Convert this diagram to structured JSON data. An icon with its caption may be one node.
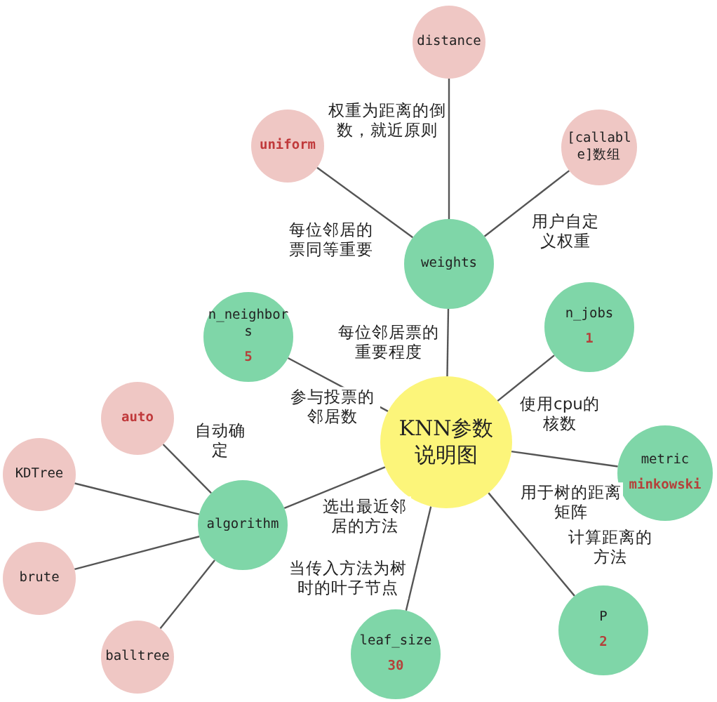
{
  "diagram": {
    "nodes": [
      {
        "text": [
          "distance"
        ]
      },
      {
        "text": [
          "uniform"
        ]
      },
      {
        "text": [
          "[callable]数组"
        ]
      },
      {
        "text": [
          "weights"
        ]
      },
      {
        "text": [
          "n_neighbors",
          "5"
        ]
      },
      {
        "text": [
          "n_jobs",
          "1"
        ]
      },
      {
        "text": [
          "auto"
        ]
      },
      {
        "text": [
          "KDTree"
        ]
      },
      {
        "text": [
          "KNN参数说明图"
        ]
      },
      {
        "text": [
          "metric",
          "minkowski"
        ]
      },
      {
        "text": [
          "algorithm"
        ]
      },
      {
        "text": [
          "brute"
        ]
      },
      {
        "text": [
          "leaf_size",
          "30"
        ]
      },
      {
        "text": [
          "P",
          "2"
        ]
      },
      {
        "text": [
          "balltree"
        ]
      }
    ],
    "edges": [
      {
        "from": 8,
        "to": 3,
        "arrow": "none",
        "label": "每位邻居票的重要程度"
      },
      {
        "from": 8,
        "to": 4,
        "arrow": "none",
        "label": "参与投票的邻居数"
      },
      {
        "from": 8,
        "to": 5,
        "arrow": "none",
        "label": "使用cpu的核数"
      },
      {
        "from": 8,
        "to": 9,
        "arrow": "none",
        "label": "用于树的距离矩阵"
      },
      {
        "from": 8,
        "to": 10,
        "arrow": "none",
        "label": "选出最近邻居的方法"
      },
      {
        "from": 8,
        "to": 12,
        "arrow": "none",
        "label": "当传入方法为树时的叶子节点"
      },
      {
        "from": 8,
        "to": 13,
        "arrow": "none",
        "label": "计算距离的方法"
      },
      {
        "from": 3,
        "to": 0,
        "arrow": "none",
        "label": "权重为距离的倒数，就近原则"
      },
      {
        "from": 3,
        "to": 1,
        "arrow": "none",
        "label": "每位邻居的票同等重要"
      },
      {
        "from": 3,
        "to": 2,
        "arrow": "none",
        "label": "用户自定义权重"
      },
      {
        "from": 10,
        "to": 6,
        "arrow": "none",
        "label": "自动确定"
      },
      {
        "from": 10,
        "to": 7,
        "arrow": "none"
      },
      {
        "from": 10,
        "to": 11,
        "arrow": "none"
      },
      {
        "from": 10,
        "to": 14,
        "arrow": "none"
      }
    ]
  }
}
